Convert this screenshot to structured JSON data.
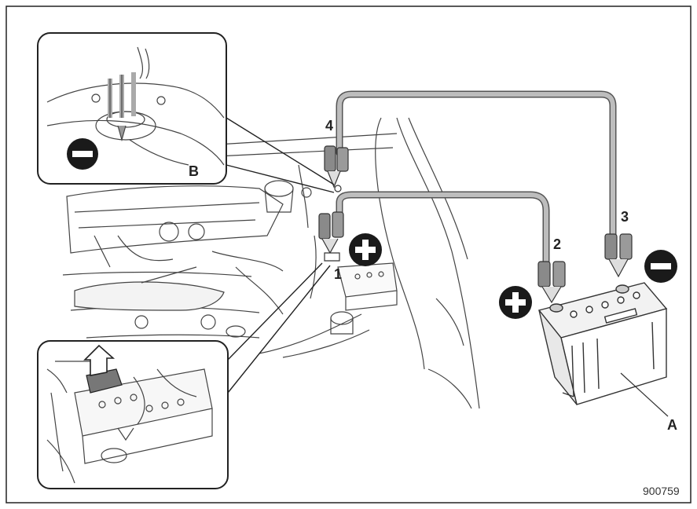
{
  "labels": {
    "n1": "1",
    "n2": "2",
    "n3": "3",
    "n4": "4",
    "a": "A",
    "b": "B",
    "code": "900759"
  },
  "colors": {
    "cable": "#9a9a9a",
    "clamp": "#888888",
    "line": "#333333",
    "badge": "#1a1a1a"
  }
}
